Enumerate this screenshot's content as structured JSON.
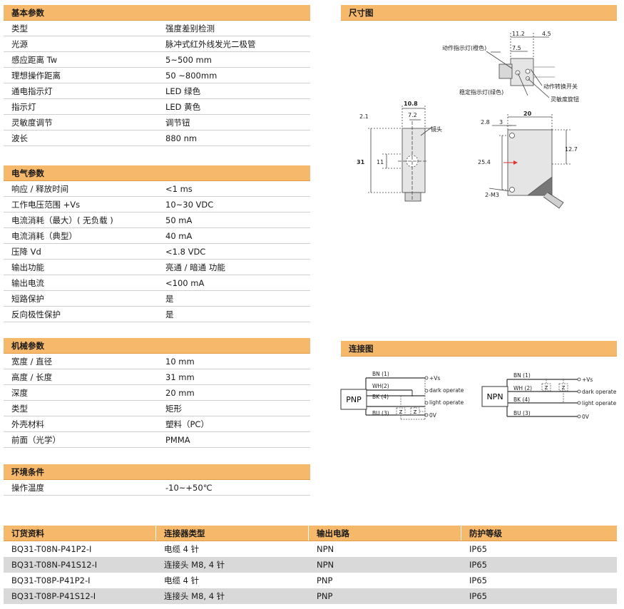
{
  "basic": {
    "title": "基本参数",
    "rows": [
      {
        "k": "类型",
        "v": "强度差别检测"
      },
      {
        "k": "光源",
        "v": "脉冲式红外线发光二极管"
      },
      {
        "k": "感应距离 Tw",
        "v": "5~500 mm"
      },
      {
        "k": "理想操作距离",
        "v": "50 ~800mm"
      },
      {
        "k": "通电指示灯",
        "v": "LED 绿色"
      },
      {
        "k": "指示灯",
        "v": "LED 黄色"
      },
      {
        "k": "灵敏度调节",
        "v": "调节钮"
      },
      {
        "k": "波长",
        "v": "880 nm"
      }
    ]
  },
  "electrical": {
    "title": "电气参数",
    "rows": [
      {
        "k": "响应 / 释放时间",
        "v": "<1 ms"
      },
      {
        "k": "工作电压范围 +Vs",
        "v": "10~30 VDC"
      },
      {
        "k": "电流消耗（最大）( 无负载 )",
        "v": "50 mA"
      },
      {
        "k": "电流消耗（典型）",
        "v": "40 mA"
      },
      {
        "k": "压降 Vd",
        "v": "<1.8 VDC"
      },
      {
        "k": "输出功能",
        "v": "亮通 / 暗通 功能"
      },
      {
        "k": "输出电流",
        "v": "<100 mA"
      },
      {
        "k": "短路保护",
        "v": "是"
      },
      {
        "k": "反向极性保护",
        "v": "是"
      }
    ]
  },
  "mechanical": {
    "title": "机械参数",
    "rows": [
      {
        "k": "宽度 / 直径",
        "v": "10 mm"
      },
      {
        "k": "高度 / 长度",
        "v": "31 mm"
      },
      {
        "k": "深度",
        "v": "20 mm"
      },
      {
        "k": "类型",
        "v": "矩形"
      },
      {
        "k": "外壳材料",
        "v": "塑料（PC）"
      },
      {
        "k": "前面（光学）",
        "v": "PMMA"
      }
    ]
  },
  "environment": {
    "title": "环境条件",
    "rows": [
      {
        "k": "操作温度",
        "v": "-10~+50℃"
      }
    ]
  },
  "dimension": {
    "title": "尺寸图",
    "labels": {
      "d112": "11.2",
      "d45": "4.5",
      "d75": "7.5",
      "action_led": "动作指示灯(橙色)",
      "switch": "动作转换开关",
      "stable_led": "稳定指示灯(绿色)",
      "knob": "灵敏度旋钮",
      "d108": "10.8",
      "d72": "7.2",
      "d21": "2.1",
      "lens": "镜头",
      "d31": "31",
      "d11": "11",
      "d20": "20",
      "d28": "2.8",
      "d3": "3",
      "d127": "12.7",
      "d254": "25.4",
      "m3": "2-M3"
    }
  },
  "connection": {
    "title": "连接图",
    "pnp": {
      "label": "PNP",
      "wires": [
        "BN (1)",
        "WH(2)",
        "BK (4)",
        "BU (3)"
      ],
      "terms": [
        "+Vs",
        "dark operate",
        "light operate",
        "0V"
      ],
      "loads": [
        "Z",
        "Z"
      ]
    },
    "npn": {
      "label": "NPN",
      "wires": [
        "BN (1)",
        "WH (2)",
        "BK (4)",
        "BU (3)"
      ],
      "terms": [
        "+Vs",
        "dark operate",
        "light operate",
        "0V"
      ],
      "loads": [
        "Z",
        "Z"
      ]
    }
  },
  "order": {
    "headers": [
      "订货资料",
      "连接器类型",
      "输出电路",
      "防护等级"
    ],
    "rows": [
      [
        "BQ31-T08N-P41P2-I",
        "电缆 4 针",
        "NPN",
        "IP65"
      ],
      [
        "BQ31-T08N-P41S12-I",
        "连接头 M8, 4 针",
        "NPN",
        "IP65"
      ],
      [
        "BQ31-T08P-P41P2-I",
        "电缆 4 针",
        "PNP",
        "IP65"
      ],
      [
        "BQ31-T08P-P41S12-I",
        "连接头 M8, 4 针",
        "PNP",
        "IP65"
      ]
    ]
  }
}
